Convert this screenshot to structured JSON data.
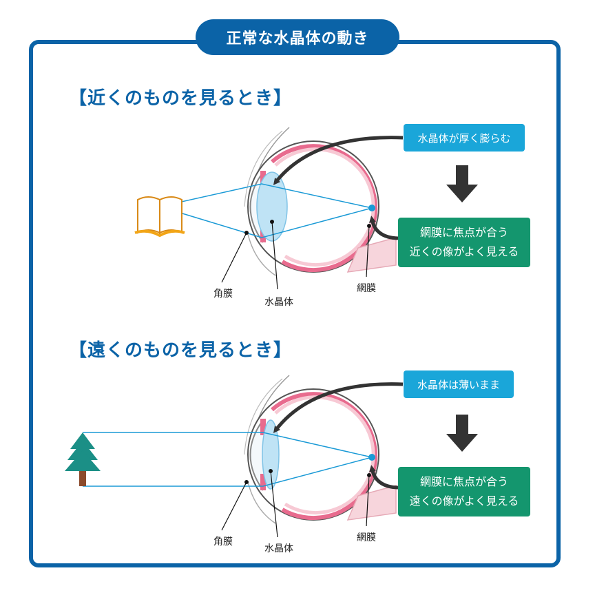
{
  "title": "正常な水晶体の動き",
  "sections": [
    {
      "heading": "【近くのものを見るとき】",
      "lens_callout": "水晶体が厚く膨らむ",
      "result_line1": "網膜に焦点が合う",
      "result_line2": "近くの像がよく見える",
      "label_cornea": "角膜",
      "label_lens": "水晶体",
      "label_retina": "網膜",
      "object_icon": "book-icon"
    },
    {
      "heading": "【遠くのものを見るとき】",
      "lens_callout": "水晶体は薄いまま",
      "result_line1": "網膜に焦点が合う",
      "result_line2": "遠くの像がよく見える",
      "label_cornea": "角膜",
      "label_lens": "水晶体",
      "label_retina": "網膜",
      "object_icon": "tree-icon"
    }
  ],
  "colors": {
    "frame": "#0b63a7",
    "callout_blue": "#1aa6d9",
    "callout_green": "#14966e",
    "light_ray": "#1a9ad6",
    "eye_pink": "#e86b8e",
    "lens": "#bfe3f5",
    "arrow": "#333333"
  }
}
